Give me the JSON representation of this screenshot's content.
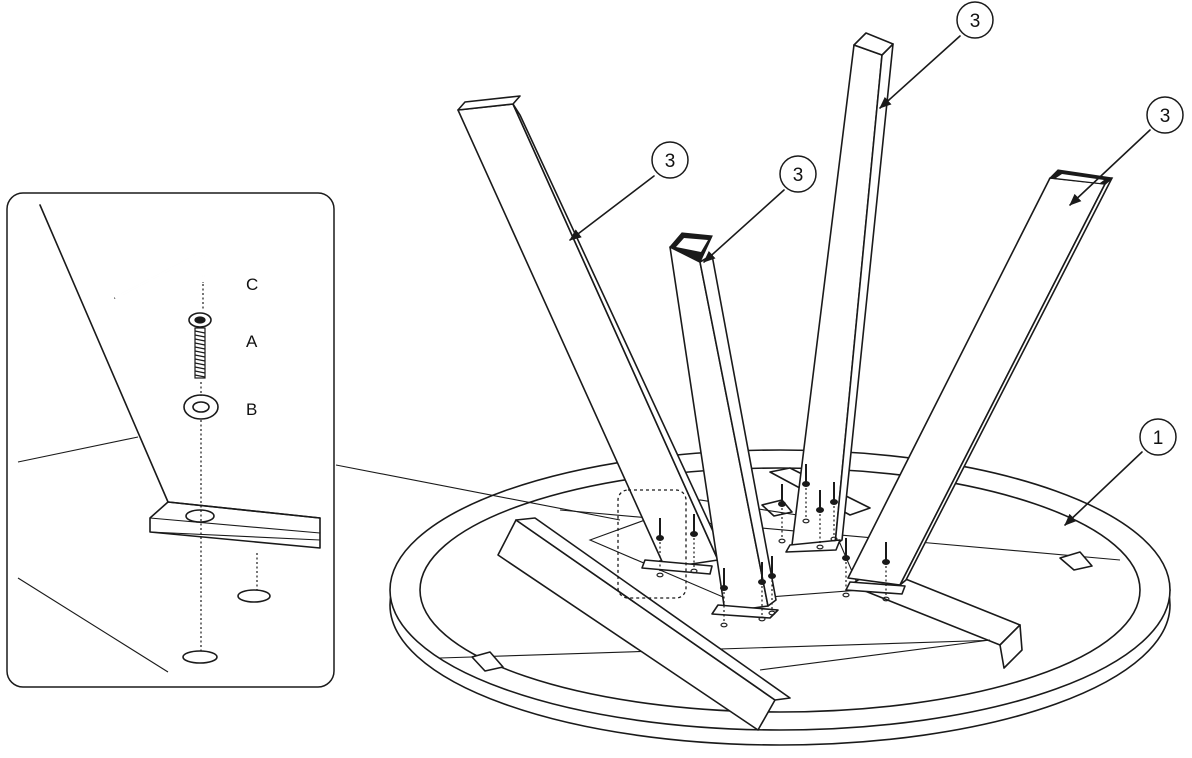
{
  "callouts": {
    "table_top": "1",
    "leg": "3"
  },
  "detail": {
    "allen_key": "C",
    "bolt": "A",
    "washer": "B"
  }
}
